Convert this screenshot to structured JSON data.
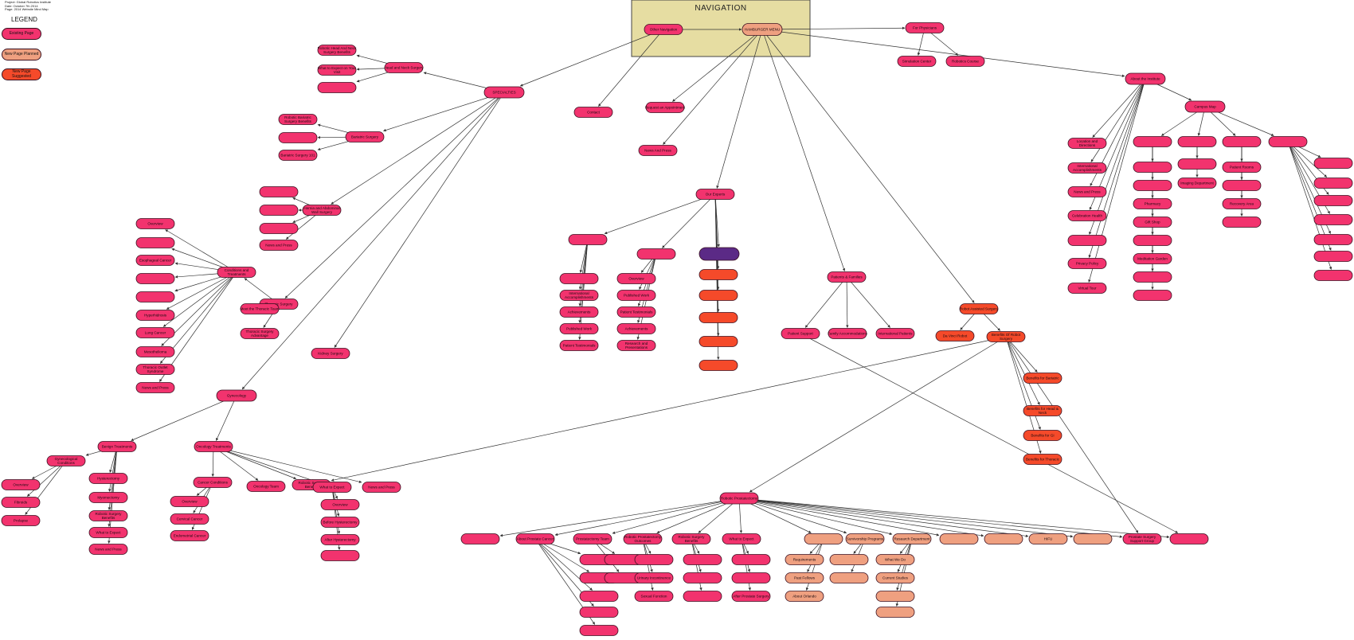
{
  "meta": {
    "project": "Project: Global Robotics Institute",
    "date": "Date: October 7th 2014",
    "page": "Page: 2014 Website Mind Map"
  },
  "legend": {
    "title": "LEGEND",
    "items": [
      {
        "label": "Existing Page",
        "color": "#f2336e"
      },
      {
        "label": "New Page Planned",
        "color": "#efa080"
      },
      {
        "label": "New Page Suggested",
        "color": "#f54a2a"
      }
    ]
  },
  "navigation": {
    "title": "NAVIGATION",
    "bg": "#e6dda2"
  },
  "colors": {
    "existing": "#f2336e",
    "planned": "#efa080",
    "suggested": "#f54a2a",
    "special": "#5b2a86",
    "edge": "#333333"
  },
  "nodes": [
    {
      "id": "other",
      "label": "Other Navigation",
      "t": "e"
    },
    {
      "id": "ham",
      "label": "HAMBURGER MENU",
      "t": "p"
    },
    {
      "id": "phys",
      "label": "For Physicians",
      "t": "e"
    },
    {
      "id": "simc",
      "label": "Simulation Center",
      "t": "e"
    },
    {
      "id": "robc",
      "label": "Robotics Course",
      "t": "e"
    },
    {
      "id": "about",
      "label": "About the Institute",
      "t": "e"
    },
    {
      "id": "spec",
      "label": "SPECIALTIES",
      "t": "e"
    },
    {
      "id": "contact",
      "label": "Contact",
      "t": "e"
    },
    {
      "id": "reqapp",
      "label": "Request an Appointment",
      "t": "e"
    },
    {
      "id": "news1",
      "label": "News And Press",
      "t": "e"
    },
    {
      "id": "experts",
      "label": "Our Experts",
      "t": "e"
    },
    {
      "id": "patfam",
      "label": "Patients & Families",
      "t": "e"
    },
    {
      "id": "ras",
      "label": "Robot Assisted Surgery",
      "t": "s"
    },
    {
      "id": "davinci",
      "label": "Da Vinci Robot",
      "t": "s"
    },
    {
      "id": "benrob",
      "label": "Benefits Of Robot Surgery",
      "t": "s"
    },
    {
      "id": "benb",
      "label": "Benefits for Bariatric",
      "t": "s"
    },
    {
      "id": "benh",
      "label": "Benefits for Head & Neck",
      "t": "s"
    },
    {
      "id": "beng",
      "label": "Benefits for GI",
      "t": "s"
    },
    {
      "id": "bent",
      "label": "Benefits for Thoracic",
      "t": "s"
    },
    {
      "id": "patsup",
      "label": "Patient Support",
      "t": "e"
    },
    {
      "id": "famacc",
      "label": "Family Accommodations",
      "t": "e"
    },
    {
      "id": "intpat",
      "label": "International Patients",
      "t": "e"
    },
    {
      "id": "hn",
      "label": "Head and Neck Surgery",
      "t": "e"
    },
    {
      "id": "hn1",
      "label": "Robotic Head And Neck Surgery Benefits",
      "t": "e"
    },
    {
      "id": "hn2",
      "label": "What to Expect on Your Visit",
      "t": "e"
    },
    {
      "id": "hn3",
      "label": "",
      "t": "e"
    },
    {
      "id": "bar",
      "label": "Bariatric Surgery",
      "t": "e"
    },
    {
      "id": "bar1",
      "label": "Robotic Bariatric Surgery Benefits",
      "t": "e"
    },
    {
      "id": "bar2",
      "label": "",
      "t": "e"
    },
    {
      "id": "bar3",
      "label": "Bariatric Surgery 101",
      "t": "e"
    },
    {
      "id": "her",
      "label": "Hernia and Abdominal Wall Surgery",
      "t": "e"
    },
    {
      "id": "her1",
      "label": "",
      "t": "e"
    },
    {
      "id": "her2",
      "label": "",
      "t": "e"
    },
    {
      "id": "her3",
      "label": "",
      "t": "e"
    },
    {
      "id": "her4",
      "label": "News and Press",
      "t": "e"
    },
    {
      "id": "cond",
      "label": "Conditions and Treatments",
      "t": "e"
    },
    {
      "id": "c0",
      "label": "Overview",
      "t": "e"
    },
    {
      "id": "c1",
      "label": "",
      "t": "e"
    },
    {
      "id": "c2",
      "label": "Esophageal Cancer",
      "t": "e"
    },
    {
      "id": "c3",
      "label": "",
      "t": "e"
    },
    {
      "id": "c4",
      "label": "",
      "t": "e"
    },
    {
      "id": "c5",
      "label": "Hyperhidrosis",
      "t": "e"
    },
    {
      "id": "c6",
      "label": "Lung Cancer",
      "t": "e"
    },
    {
      "id": "c7",
      "label": "Mesothelioma",
      "t": "e"
    },
    {
      "id": "c8",
      "label": "Thoracic Outlet Syndrome",
      "t": "e"
    },
    {
      "id": "c9",
      "label": "News and Press",
      "t": "e"
    },
    {
      "id": "thor",
      "label": "Thoracic Surgery",
      "t": "e"
    },
    {
      "id": "th1",
      "label": "Meet the Thoracic Team",
      "t": "e"
    },
    {
      "id": "th2",
      "label": "Thoracic Surgery Advantage",
      "t": "e"
    },
    {
      "id": "kid",
      "label": "Kidney Surgery",
      "t": "e"
    },
    {
      "id": "gyn",
      "label": "Gynecology",
      "t": "e"
    },
    {
      "id": "ben",
      "label": "Benign Treatments",
      "t": "e"
    },
    {
      "id": "onc",
      "label": "Oncology Treatments",
      "t": "e"
    },
    {
      "id": "gcond",
      "label": "Gynecological Conditions",
      "t": "e"
    },
    {
      "id": "g1",
      "label": "Overview",
      "t": "e"
    },
    {
      "id": "g2",
      "label": "Fibroids",
      "t": "e"
    },
    {
      "id": "g3",
      "label": "Prolapse",
      "t": "e"
    },
    {
      "id": "b1",
      "label": "Hysterectomy",
      "t": "e"
    },
    {
      "id": "b2",
      "label": "Myomectomy",
      "t": "e"
    },
    {
      "id": "b3",
      "label": "Robotic Surgery Benefits",
      "t": "e"
    },
    {
      "id": "b4",
      "label": "What to Expect",
      "t": "e"
    },
    {
      "id": "b5",
      "label": "News and Press",
      "t": "e"
    },
    {
      "id": "ccond",
      "label": "Cancer Conditions",
      "t": "e"
    },
    {
      "id": "cc1",
      "label": "Overview",
      "t": "e"
    },
    {
      "id": "cc2",
      "label": "Cervical Cancer",
      "t": "e"
    },
    {
      "id": "cc3",
      "label": "Endometrial Cancer",
      "t": "e"
    },
    {
      "id": "oteam",
      "label": "Oncology Team",
      "t": "e"
    },
    {
      "id": "orsb",
      "label": "Robotic Surgery Benefits",
      "t": "e"
    },
    {
      "id": "owte",
      "label": "What to Expect",
      "t": "e"
    },
    {
      "id": "w1",
      "label": "Overview",
      "t": "e"
    },
    {
      "id": "w2",
      "label": "Before Hysterectomy",
      "t": "e"
    },
    {
      "id": "w3",
      "label": "After Hysterectomy",
      "t": "e"
    },
    {
      "id": "w4",
      "label": "",
      "t": "e"
    },
    {
      "id": "onews",
      "label": "News and Press",
      "t": "e"
    },
    {
      "id": "patel",
      "label": "",
      "t": "e"
    },
    {
      "id": "p1",
      "label": "",
      "t": "e"
    },
    {
      "id": "p2",
      "label": "International Accomplishments",
      "t": "e"
    },
    {
      "id": "p3",
      "label": "Achievements",
      "t": "e"
    },
    {
      "id": "p4",
      "label": "Published Work",
      "t": "e"
    },
    {
      "id": "p5",
      "label": "Patient Testimonials",
      "t": "e"
    },
    {
      "id": "dr2",
      "label": "",
      "t": "e"
    },
    {
      "id": "q1",
      "label": "Overview",
      "t": "e"
    },
    {
      "id": "q2",
      "label": "Published Work",
      "t": "e"
    },
    {
      "id": "q3",
      "label": "Patient Testimonials",
      "t": "e"
    },
    {
      "id": "q4",
      "label": "Achievements",
      "t": "e"
    },
    {
      "id": "q5",
      "label": "Research and Presentations",
      "t": "e"
    },
    {
      "id": "dr3",
      "label": "",
      "t": "x"
    },
    {
      "id": "dr4",
      "label": "",
      "t": "s"
    },
    {
      "id": "dr5",
      "label": "",
      "t": "s"
    },
    {
      "id": "dr6",
      "label": "",
      "t": "s"
    },
    {
      "id": "dr7",
      "label": "",
      "t": "s"
    },
    {
      "id": "dr8",
      "label": "",
      "t": "s"
    },
    {
      "id": "rp",
      "label": "Robotic Prostatectomy",
      "t": "e"
    },
    {
      "id": "r1",
      "label": "",
      "t": "e"
    },
    {
      "id": "r2",
      "label": "About Prostate Cancer",
      "t": "e"
    },
    {
      "id": "r2a",
      "label": "",
      "t": "e"
    },
    {
      "id": "r2b",
      "label": "",
      "t": "e"
    },
    {
      "id": "r2c",
      "label": "",
      "t": "e"
    },
    {
      "id": "r2d",
      "label": "",
      "t": "e"
    },
    {
      "id": "r2e",
      "label": "",
      "t": "e"
    },
    {
      "id": "r3",
      "label": "Prostatectomy Team",
      "t": "e"
    },
    {
      "id": "r3a",
      "label": "",
      "t": "e"
    },
    {
      "id": "r3b",
      "label": "",
      "t": "e"
    },
    {
      "id": "r4",
      "label": "Robotic Prostatectomy Outcomes",
      "t": "e"
    },
    {
      "id": "r4a",
      "label": "",
      "t": "e"
    },
    {
      "id": "r4b",
      "label": "Urinary Incontinence",
      "t": "e"
    },
    {
      "id": "r4c",
      "label": "Sexual Function",
      "t": "e"
    },
    {
      "id": "r5",
      "label": "Robotic Surgery Benefits",
      "t": "e"
    },
    {
      "id": "r5a",
      "label": "",
      "t": "e"
    },
    {
      "id": "r5b",
      "label": "",
      "t": "e"
    },
    {
      "id": "r5c",
      "label": "",
      "t": "e"
    },
    {
      "id": "r6",
      "label": "What to Expect",
      "t": "e"
    },
    {
      "id": "r6a",
      "label": "",
      "t": "e"
    },
    {
      "id": "r6b",
      "label": "",
      "t": "e"
    },
    {
      "id": "r6c",
      "label": "After Prostate Surgery",
      "t": "e"
    },
    {
      "id": "r7",
      "label": "",
      "t": "p"
    },
    {
      "id": "r7a",
      "label": "Requirements",
      "t": "p"
    },
    {
      "id": "r7b",
      "label": "Past Fellows",
      "t": "p"
    },
    {
      "id": "r7c",
      "label": "About Orlando",
      "t": "p"
    },
    {
      "id": "r8",
      "label": "Survivorship Programs",
      "t": "p"
    },
    {
      "id": "r8a",
      "label": "",
      "t": "p"
    },
    {
      "id": "r8b",
      "label": "",
      "t": "p"
    },
    {
      "id": "r9",
      "label": "Research Department",
      "t": "p"
    },
    {
      "id": "r9a",
      "label": "What We Do",
      "t": "p"
    },
    {
      "id": "r9b",
      "label": "Current Studies",
      "t": "p"
    },
    {
      "id": "r9c",
      "label": "",
      "t": "p"
    },
    {
      "id": "r9d",
      "label": "",
      "t": "p"
    },
    {
      "id": "r10",
      "label": "",
      "t": "p"
    },
    {
      "id": "r11",
      "label": "",
      "t": "p"
    },
    {
      "id": "r12",
      "label": "HIFU",
      "t": "p"
    },
    {
      "id": "r13",
      "label": "",
      "t": "p"
    },
    {
      "id": "r14",
      "label": "Prostate Surgery Support Group",
      "t": "e"
    },
    {
      "id": "r15",
      "label": "",
      "t": "e"
    },
    {
      "id": "a1",
      "label": "Location and Directions",
      "t": "e"
    },
    {
      "id": "a2",
      "label": "International Accomplishments",
      "t": "e"
    },
    {
      "id": "a3",
      "label": "News and Press",
      "t": "e"
    },
    {
      "id": "a4",
      "label": "Celebration Health",
      "t": "e"
    },
    {
      "id": "a5",
      "label": "",
      "t": "e"
    },
    {
      "id": "a6",
      "label": "Privacy Policy",
      "t": "e"
    },
    {
      "id": "a7",
      "label": "Virtual Tour",
      "t": "e"
    },
    {
      "id": "camp",
      "label": "Campus Map",
      "t": "e"
    },
    {
      "id": "ch1",
      "label": "",
      "t": "e"
    },
    {
      "id": "ch1a",
      "label": "",
      "t": "e"
    },
    {
      "id": "ch1b",
      "label": "",
      "t": "e"
    },
    {
      "id": "ch1c",
      "label": "Pharmacy",
      "t": "e"
    },
    {
      "id": "ch1d",
      "label": "Gift Shop",
      "t": "e"
    },
    {
      "id": "ch1e",
      "label": "",
      "t": "e"
    },
    {
      "id": "ch1f",
      "label": "Meditation Garden",
      "t": "e"
    },
    {
      "id": "ch1g",
      "label": "",
      "t": "e"
    },
    {
      "id": "ch1h",
      "label": "",
      "t": "e"
    },
    {
      "id": "ch2",
      "label": "",
      "t": "e"
    },
    {
      "id": "ch2a",
      "label": "",
      "t": "e"
    },
    {
      "id": "ch2b",
      "label": "Imaging Department",
      "t": "e"
    },
    {
      "id": "ch3",
      "label": "",
      "t": "e"
    },
    {
      "id": "ch3a",
      "label": "Patient Rooms",
      "t": "e"
    },
    {
      "id": "ch3b",
      "label": "",
      "t": "e"
    },
    {
      "id": "ch3c",
      "label": "Recovery Area",
      "t": "e"
    },
    {
      "id": "ch3d",
      "label": "",
      "t": "e"
    },
    {
      "id": "ch4",
      "label": "",
      "t": "e"
    },
    {
      "id": "ch4a",
      "label": "",
      "t": "e"
    },
    {
      "id": "ch4b",
      "label": "",
      "t": "e"
    },
    {
      "id": "ch4c",
      "label": "",
      "t": "e"
    },
    {
      "id": "ch4d",
      "label": "",
      "t": "e"
    },
    {
      "id": "ch4e",
      "label": "",
      "t": "e"
    },
    {
      "id": "ch4f",
      "label": "",
      "t": "e"
    },
    {
      "id": "ch4g",
      "label": "",
      "t": "e"
    }
  ]
}
